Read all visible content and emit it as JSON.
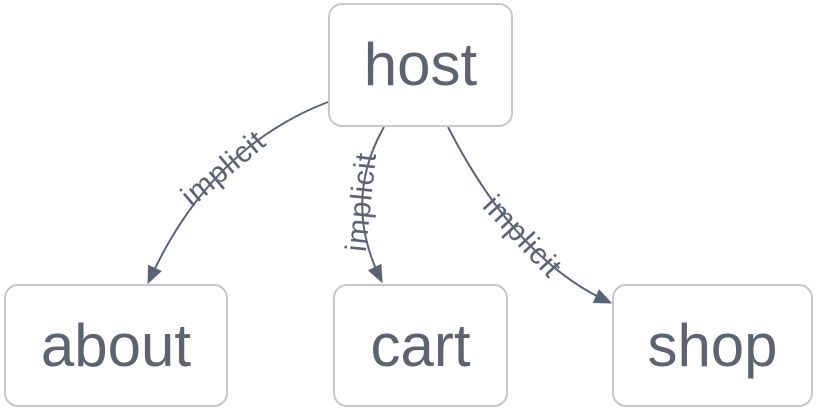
{
  "diagram": {
    "type": "graph",
    "background_color": "#ffffff",
    "node_fill_color": "#ffffff",
    "node_border_color": "#c5c7ca",
    "node_text_color": "#5c6470",
    "edge_color": "#5b6477",
    "edge_label_color": "#5c6473",
    "nodes": [
      {
        "id": "host",
        "label": "host"
      },
      {
        "id": "about",
        "label": "about"
      },
      {
        "id": "cart",
        "label": "cart"
      },
      {
        "id": "shop",
        "label": "shop"
      }
    ],
    "edges": [
      {
        "from": "host",
        "to": "about",
        "label": "implicit"
      },
      {
        "from": "host",
        "to": "cart",
        "label": "implicit"
      },
      {
        "from": "host",
        "to": "shop",
        "label": "implicit"
      }
    ]
  }
}
